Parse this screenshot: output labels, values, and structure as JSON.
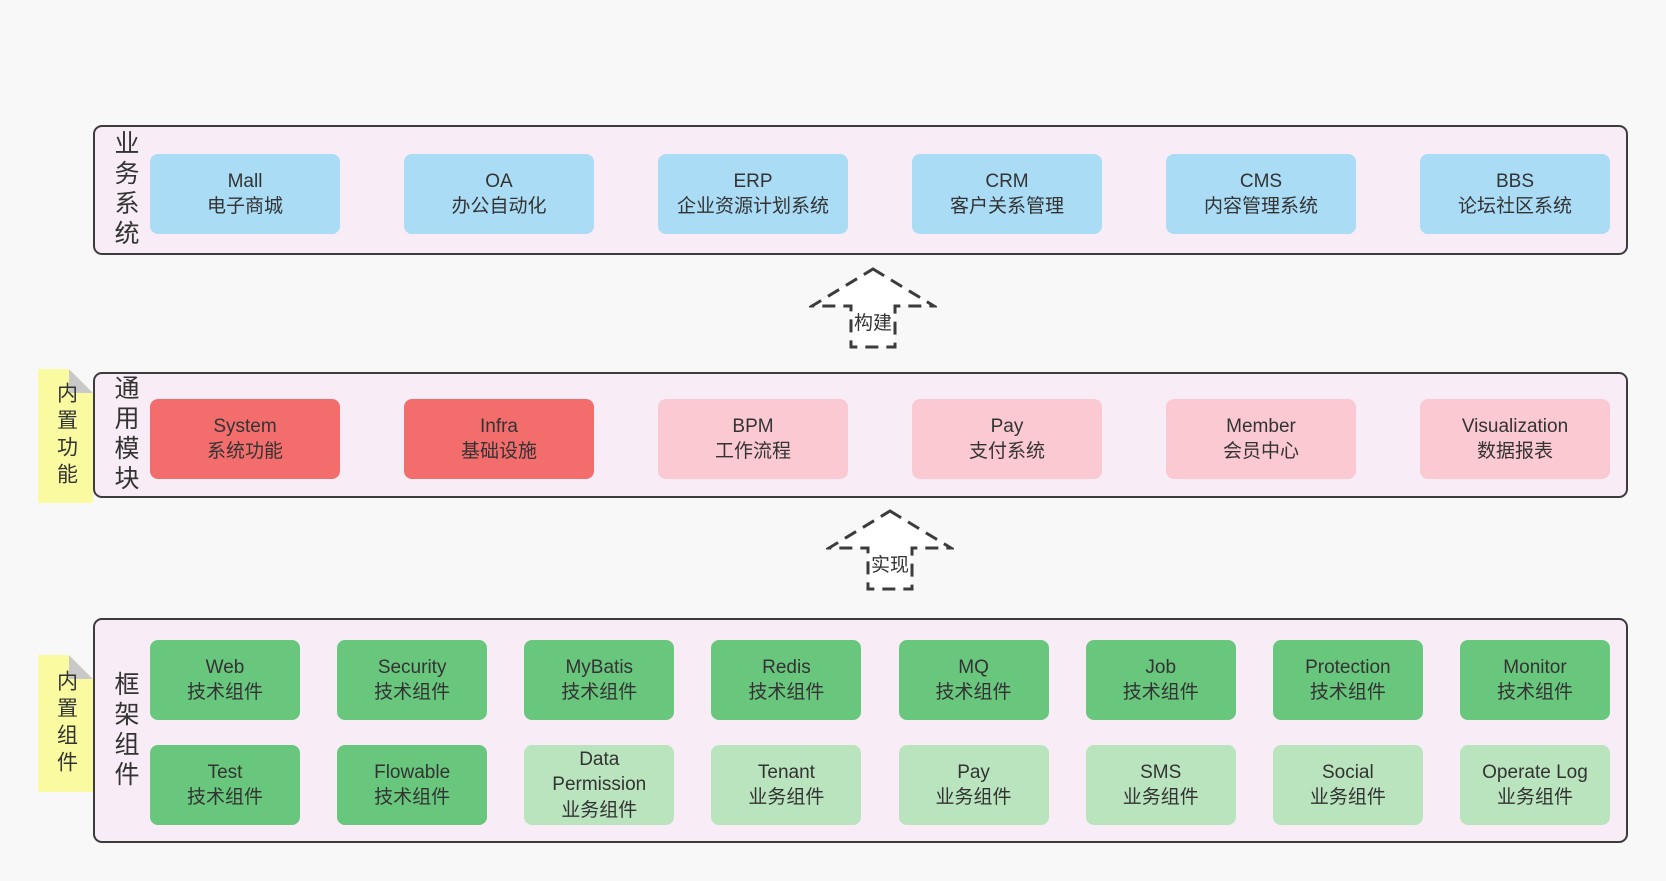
{
  "colors": {
    "page_bg": "#f8f8f8",
    "panel_bg": "#f8edf6",
    "panel_border": "#3c3c3c",
    "tab_bg": "#fafaa0",
    "tab_fold": "#c9c9c9",
    "arrow_stroke": "#3c3c3c",
    "text": "#333333",
    "blue": "#aadcf5",
    "red": "#f46d6d",
    "pink": "#fbc9d2",
    "green": "#69c67d",
    "lightgreen": "#b9e4bd"
  },
  "arrows": [
    {
      "label": "构建"
    },
    {
      "label": "实现"
    }
  ],
  "panels": [
    {
      "label": "业务系统",
      "tab": null,
      "rows": [
        [
          {
            "title": "Mall",
            "subtitle": "电子商城",
            "color": "blue"
          },
          {
            "title": "OA",
            "subtitle": "办公自动化",
            "color": "blue"
          },
          {
            "title": "ERP",
            "subtitle": "企业资源计划系统",
            "color": "blue"
          },
          {
            "title": "CRM",
            "subtitle": "客户关系管理",
            "color": "blue"
          },
          {
            "title": "CMS",
            "subtitle": "内容管理系统",
            "color": "blue"
          },
          {
            "title": "BBS",
            "subtitle": "论坛社区系统",
            "color": "blue"
          }
        ]
      ]
    },
    {
      "label": "通用模块",
      "tab": "内置功能",
      "rows": [
        [
          {
            "title": "System",
            "subtitle": "系统功能",
            "color": "red"
          },
          {
            "title": "Infra",
            "subtitle": "基础设施",
            "color": "red"
          },
          {
            "title": "BPM",
            "subtitle": "工作流程",
            "color": "pink"
          },
          {
            "title": "Pay",
            "subtitle": "支付系统",
            "color": "pink"
          },
          {
            "title": "Member",
            "subtitle": "会员中心",
            "color": "pink"
          },
          {
            "title": "Visualization",
            "subtitle": "数据报表",
            "color": "pink"
          }
        ]
      ]
    },
    {
      "label": "框架组件",
      "tab": "内置组件",
      "rows": [
        [
          {
            "title": "Web",
            "subtitle": "技术组件",
            "color": "green"
          },
          {
            "title": "Security",
            "subtitle": "技术组件",
            "color": "green"
          },
          {
            "title": "MyBatis",
            "subtitle": "技术组件",
            "color": "green"
          },
          {
            "title": "Redis",
            "subtitle": "技术组件",
            "color": "green"
          },
          {
            "title": "MQ",
            "subtitle": "技术组件",
            "color": "green"
          },
          {
            "title": "Job",
            "subtitle": "技术组件",
            "color": "green"
          },
          {
            "title": "Protection",
            "subtitle": "技术组件",
            "color": "green"
          },
          {
            "title": "Monitor",
            "subtitle": "技术组件",
            "color": "green"
          }
        ],
        [
          {
            "title": "Test",
            "subtitle": "技术组件",
            "color": "green"
          },
          {
            "title": "Flowable",
            "subtitle": "技术组件",
            "color": "green"
          },
          {
            "title": "Data Permission",
            "subtitle": "业务组件",
            "color": "lightgreen"
          },
          {
            "title": "Tenant",
            "subtitle": "业务组件",
            "color": "lightgreen"
          },
          {
            "title": "Pay",
            "subtitle": "业务组件",
            "color": "lightgreen"
          },
          {
            "title": "SMS",
            "subtitle": "业务组件",
            "color": "lightgreen"
          },
          {
            "title": "Social",
            "subtitle": "业务组件",
            "color": "lightgreen"
          },
          {
            "title": "Operate Log",
            "subtitle": "业务组件",
            "color": "lightgreen"
          }
        ]
      ]
    }
  ]
}
